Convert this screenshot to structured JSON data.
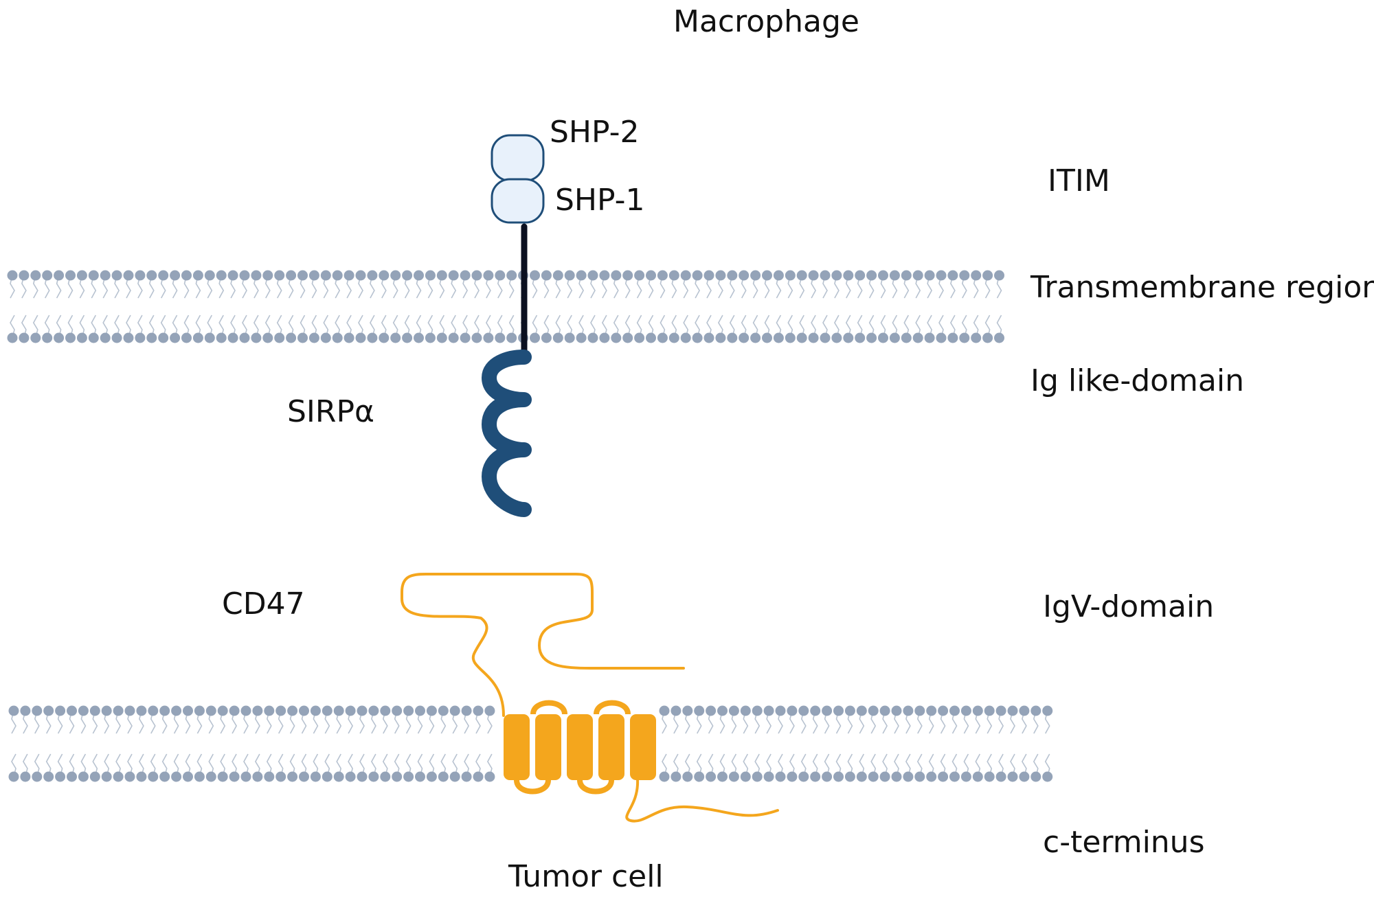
{
  "labels": {
    "macrophage": "Macrophage",
    "shp2": "SHP-2",
    "shp1": "SHP-1",
    "itim": "ITIM",
    "transmembrane": "Transmembrane region",
    "ig_like": "Ig like-domain",
    "sirpa": "SIRPα",
    "cd47": "CD47",
    "igv": "IgV-domain",
    "c_terminus": "c-terminus",
    "tumor_cell": "Tumor cell"
  },
  "colors": {
    "membrane_head": "#94a3b8",
    "membrane_tail": "#b7c2d0",
    "sirpa_chain": "#1f4e79",
    "shp_fill": "#e8f1fb",
    "shp_stroke": "#1f4e79",
    "stalk": "#0b1020",
    "cd47": "#f4a61d"
  }
}
